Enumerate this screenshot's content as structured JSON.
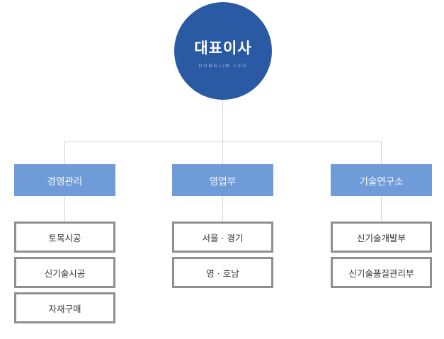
{
  "ceo": {
    "title": "대표이사",
    "subtitle": "DONGLIM CEO"
  },
  "departments": [
    {
      "name": "경영관리",
      "teams": [
        "토목시공",
        "신기술시공",
        "자재구매"
      ]
    },
    {
      "name": "영업부",
      "teams": [
        "서울 · 경기",
        "영 · 호남"
      ]
    },
    {
      "name": "기술연구소",
      "teams": [
        "신기술개발부",
        "신기술품질관리부"
      ]
    }
  ],
  "colors": {
    "ceo_circle": "#2a5aa4",
    "department_box": "#6f9bd8",
    "team_border": "#8f8f8f",
    "connector": "#d4d4d4"
  }
}
